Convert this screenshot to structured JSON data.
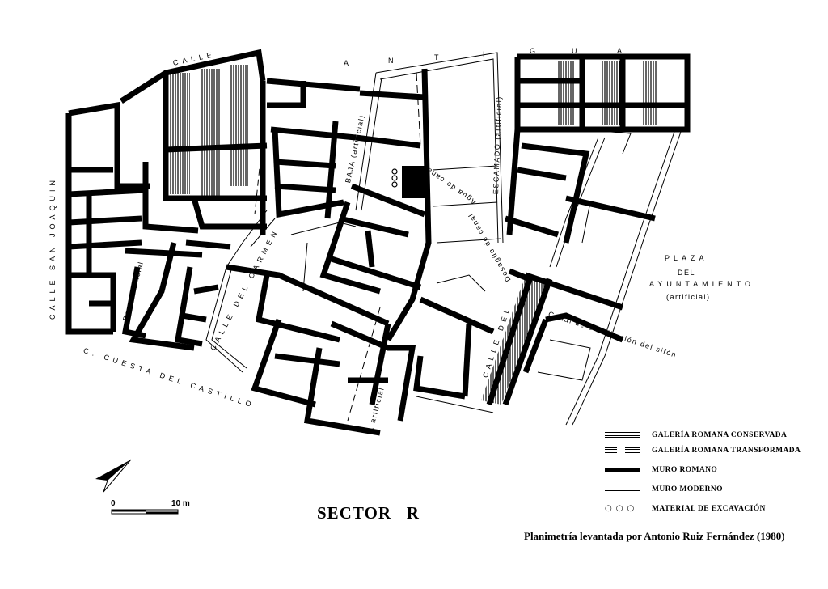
{
  "map": {
    "title": "SECTOR   R",
    "credit": "Planimetría levantada por Antonio Ruiz Fernández (1980)",
    "streets": {
      "calle_top": "CALLE",
      "antigua": [
        "A",
        "N",
        "T",
        "I",
        "G",
        "U",
        "A"
      ],
      "san_joaquin": "CALLE SAN JOAQUÍN",
      "paso_artificial": "Paso artificial",
      "calle_del_carmen": "CALLE DEL CARMEN",
      "baja_artificial": "BAJA (artificial)",
      "escamado_artificial": "ESCAMADO (artificial)",
      "cuesta_del_castillo": "C. CUESTA DEL CASTILLO",
      "p_artificial": "P. artificial",
      "calle_del": "CALLE DEL",
      "agua_de_canal": "Agua de canal",
      "desague_de_canal": "Desagüe de canal",
      "plaza": [
        "PLAZA",
        "DEL",
        "AYUNTAMIENTO",
        "(artificial)"
      ],
      "canal_distribucion": "Canal de distribución del sifón"
    },
    "legend": [
      {
        "label": "GALERÍA ROMANA CONSERVADA",
        "symbol": "hatch-full"
      },
      {
        "label": "GALERÍA ROMANA TRANSFORMADA",
        "symbol": "hatch-split"
      },
      {
        "label": "MURO ROMANO",
        "symbol": "thick-bar"
      },
      {
        "label": "MURO MODERNO",
        "symbol": "double-line"
      },
      {
        "label": "MATERIAL DE EXCAVACIÓN",
        "symbol": "circles"
      }
    ],
    "scale": {
      "start": "0",
      "end": "10 m"
    },
    "colors": {
      "ink": "#000000",
      "paper": "#ffffff"
    }
  }
}
